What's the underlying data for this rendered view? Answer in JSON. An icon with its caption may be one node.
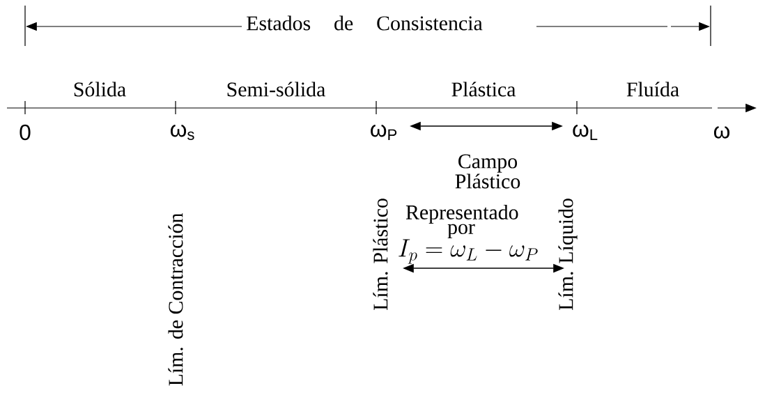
{
  "diagram": {
    "labels": [
      "Estados de Consistencia",
      "Sólida",
      "Semi-sólida",
      "Plástica",
      "Fluída",
      "0",
      "ω$_{s}$",
      "ω$_{P}$",
      "ω$_{L}$",
      "ω",
      "Campo Plástico",
      "Lím. de Contracción",
      "Lím. Plástico",
      "Representado por",
      "Lím. Líquido",
      "I_p = \\omega_L - \\omega_P"
    ]
  }
}
